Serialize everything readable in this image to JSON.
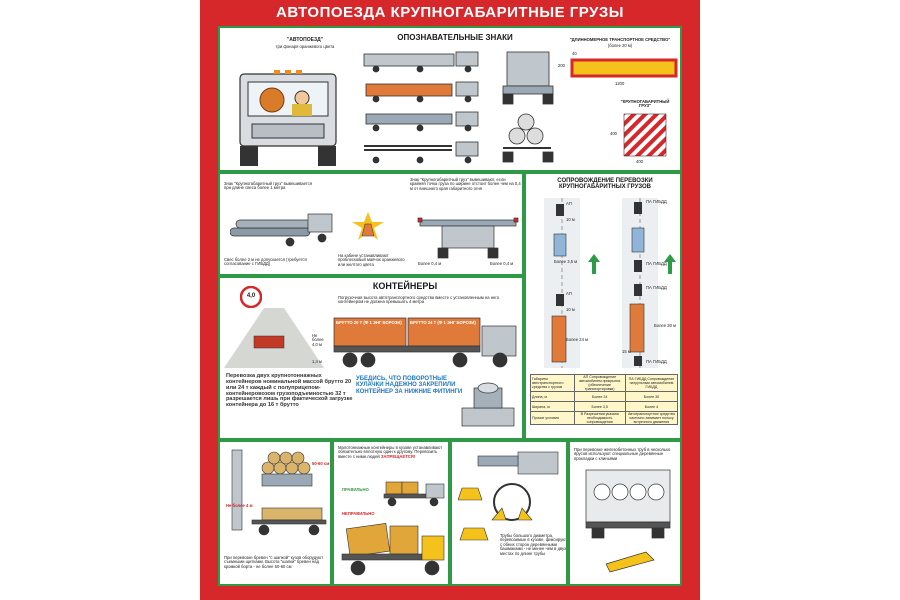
{
  "poster": {
    "title": "АВТОПОЕЗДА КРУПНОГАБАРИТНЫЕ ГРУЗЫ",
    "colors": {
      "frame": "#d6272a",
      "panel_border": "#2f9a45",
      "signal_yellow": "#f4c21b",
      "truck_blue": "#3f6f9a"
    }
  },
  "ident": {
    "heading": "ОПОЗНАВАТЕЛЬНЫЕ ЗНАКИ",
    "autopoezd_label": "\"АВТОПОЕЗД\"",
    "autopoezd_sub": "три фонаря оранжевого цвета",
    "long_vehicle_label": "\"ДЛИННОМЕРНОЕ ТРАНСПОРТНОЕ СРЕДСТВО\"",
    "long_vehicle_sub": "(более 20 м)",
    "long_dim_h": "1200",
    "long_dim_v": "200",
    "long_dim_top": "40",
    "oversize_label": "\"КРУПНОГАБАРИТНЫЙ ГРУЗ\"",
    "oversize_dim_h": "400",
    "oversize_dim_v": "400"
  },
  "overhang": {
    "text1": "Знак \"Крупногабаритный груз\" вывешивается при длине свеса более 1 метра",
    "text2": "Свес более 2 м не допускается (требуется согласование с ГИБДД)",
    "text3": "Знак \"Крупногабаритный груз\" вывешивают, если крайняя точка груза по ширине отстоит более чем на 0,4 м от внешнего края габаритного огня",
    "text4": "На кабине устанавливают проблесковый маячок оранжевого или желтого цвета",
    "dim_left": "Более 0,4 м",
    "dim_right": "Более 0,4 м"
  },
  "escort": {
    "heading": "СОПРОВОЖДЕНИЕ ПЕРЕВОЗКИ КРУПНОГАБАРИТНЫХ ГРУЗОВ",
    "ap": "АП",
    "pa_gibdd": "ПА ГИБДД",
    "d_10": "10 м",
    "d_35": "Более 3,5 м",
    "d_24": "Более 24 м",
    "d_30": "Более 30 м",
    "d_15": "15 м",
    "table": {
      "header": [
        "Габариты автотранспортного средства с грузом",
        "АП Сопровождение автомобилем прикрытия (обеспечение транспортировки)",
        "ПА ГИБДД Сопровождение патрульным автомобилем ГИБДД"
      ],
      "rows": [
        [
          "Длина, м",
          "Более 24",
          "Более 30"
        ],
        [
          "Ширина, м",
          "Более 3,5",
          "Более 4"
        ],
        [
          "Прочие условия",
          "В Разрешении указана необходимость сопровождения",
          "Автотранспортное средство частично занимает полосу встречного движения"
        ]
      ]
    }
  },
  "containers": {
    "heading": "КОНТЕЙНЕРЫ",
    "sign": "4,0",
    "intro": "Погрузочная высота автотранспортного средства вместе с установленным на него контейнером не должна превышать 4 метра",
    "box1": "БРУТТО 20 Т (Ф 1 ЭНГ БОРОЗИ)",
    "box2": "БРУТТО 24 Т (Ф 1 ЭНГ БОРОЗИ)",
    "h_label": "Не более 4,0 м",
    "h_side": "1,4 м",
    "main_text": "Перевозка двух крупнотоннажных контейнеров номинальной массой брутто 20 или 24 т каждый с полуприцепом-контейнеровозом грузоподъемностью 32 т разрешается лишь при фактической загрузке контейнера до 16 т брутто",
    "note": "УБЕДИСЬ, ЧТО ПОВОРОТНЫЕ КУЛАЧКИ НАДЕЖНО ЗАКРЕПИЛИ КОНТЕЙНЕР ЗА НИЖНИЕ ФИТИНГИ"
  },
  "bottom": {
    "logs_text": "При перевозке бревен \"с шапкой\" кузов оборудуют съемными щитками. Высота \"шапки\" бревен над кромкой борта - не более 50-60 см",
    "logs_dim": "50-60 см",
    "logs_dim2": "Не более 4 м",
    "small_containers": "Малотоннажные контейнеры в кузове устанавливают обязательно вплотную один к другому. Перевозить вместе с ними людей",
    "forbidden": "ЗАПРЕЩАЕТСЯ!",
    "correct": "ПРАВИЛЬНО",
    "incorrect": "НЕПРАВИЛЬНО",
    "pipes_text": "Трубы большого диаметра, перевозимые в кузове, фиксируют с обеих сторон деревянными башмаками - не менее чем в двух местах по длине трубы",
    "concrete_text": "При перевозке железобетонных труб в несколько ярусов используют специальные деревянные прокладки с клиньями"
  }
}
